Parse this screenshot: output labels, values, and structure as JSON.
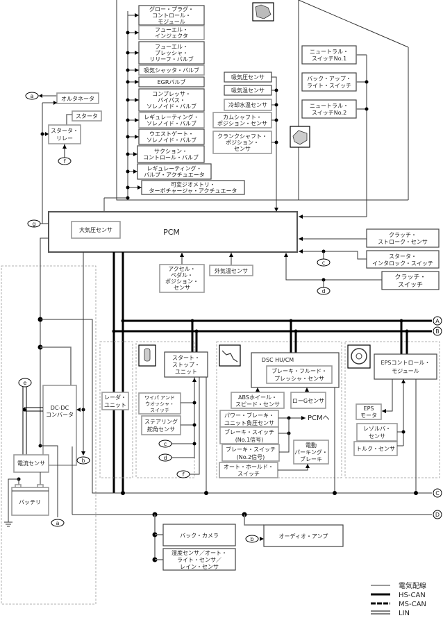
{
  "title": "Vehicle electrical / CAN network block diagram",
  "pcm": {
    "label": "PCM",
    "internal_sensor": "大気圧センサ"
  },
  "actuators_top": [
    [
      "グロー・プラグ・",
      "コントロール・",
      "モジュール"
    ],
    [
      "フューエル・",
      "インジェクタ"
    ],
    [
      "フューエル・",
      "プレッシャ・",
      "リリーフ・バルブ"
    ],
    [
      "吸気シャッタ・バルブ"
    ],
    [
      "EGRバルブ"
    ],
    [
      "コンプレッサ・",
      "バイパス・",
      "ソレノイド・バルブ"
    ],
    [
      "レギュレーティング・",
      "ソレノイド・バルブ"
    ],
    [
      "ウエストゲート・",
      "ソレノイド・バルブ"
    ],
    [
      "サクション・",
      "コントロール・バルブ"
    ],
    [
      "レギュレーティング・",
      "バルブ・アクチュエータ"
    ],
    [
      "可変ジオメトリ・",
      "ターボチャージャ・アクチュエータ"
    ]
  ],
  "engine_sensors": [
    [
      "吸気圧センサ"
    ],
    [
      "吸気温センサ"
    ],
    [
      "冷却水温センサ"
    ],
    [
      "カムシャフト・",
      "ポジション・センサ"
    ],
    [
      "クランクシャフト・",
      "ポジション・",
      "センサ"
    ]
  ],
  "transmission_switches": [
    [
      "ニュートラル・",
      "スイッチNo.1"
    ],
    [
      "バック・アップ・",
      "ライト・スイッチ"
    ],
    [
      "ニュートラル・",
      "スイッチNo.2"
    ]
  ],
  "starting": {
    "alternator": "オルタネータ",
    "starter": "スタータ",
    "starter_relay": [
      "スタータ・",
      "リレー"
    ]
  },
  "pcm_inputs_bottom": [
    [
      "アクセル・",
      "ペダル・",
      "ポジション・",
      "センサ"
    ],
    [
      "外気温センサ"
    ]
  ],
  "clutch": {
    "stroke_sensor": [
      "クラッチ・",
      "ストローク・センサ"
    ],
    "interlock_switch": [
      "スタータ・",
      "インタロック・スイッチ"
    ],
    "clutch_switch": [
      "クラッチ・",
      "スイッチ"
    ]
  },
  "power": {
    "dcdc": [
      "DC-DC",
      "コンバータ"
    ],
    "current_sensor": "電流センサ",
    "battery": "バッテリ"
  },
  "radar": [
    "レーダ・",
    "ユニット"
  ],
  "start_stop": {
    "unit": [
      "スタート・",
      "ストップ・",
      "ユニット"
    ],
    "wiper_switch": [
      "ワイパ アンド",
      "ウオッシャ・",
      "スイッチ"
    ],
    "steering_sensor": [
      "ステアリング",
      "舵角センサ"
    ]
  },
  "dsc": {
    "unit": "DSC HU/CM",
    "fluid_sensor": [
      "ブレーキ・フルード・",
      "プレッシャ・センサ"
    ],
    "abs_sensor": [
      "ABSホイール・",
      "スピード・センサ"
    ],
    "g_sensor": "ローGセンサ",
    "booster_sensor": [
      "パワー・ブレーキ・",
      "ユニット負圧センサ"
    ],
    "brake_sw1": [
      "ブレーキ・スイッチ",
      "(No.1信号)"
    ],
    "brake_sw2": [
      "ブレーキ・スイッチ",
      "(No.2信号)"
    ],
    "auto_hold": [
      "オート・ホールド・",
      "スイッチ"
    ],
    "epb": [
      "電動",
      "パーキング・",
      "ブレーキ"
    ],
    "to_pcm": "PCMへ"
  },
  "eps": {
    "module": [
      "EPSコントロール・",
      "モジュール"
    ],
    "motor": [
      "EPS",
      "モータ"
    ],
    "resolver": [
      "レゾルバ・",
      "センサ"
    ],
    "torque": "トルク・センサ"
  },
  "lin_devices": {
    "camera": "バック・カメラ",
    "rain_sensor": [
      "湿度センサ／オート・",
      "ライト・センサ／",
      "レイン・センサ"
    ],
    "audio_amp": "オーディオ・アンプ"
  },
  "connectors": {
    "a": "a",
    "b": "b",
    "c": "c",
    "d": "d",
    "e": "e",
    "f": "f",
    "g": "g"
  },
  "bus_labels": {
    "A": "A",
    "B": "B",
    "C": "C",
    "D": "D"
  },
  "legend": [
    {
      "style": "thin",
      "label": "電気配線"
    },
    {
      "style": "thick",
      "label": "HS-CAN"
    },
    {
      "style": "dashed",
      "label": "MS-CAN"
    },
    {
      "style": "double",
      "label": "LIN"
    }
  ]
}
